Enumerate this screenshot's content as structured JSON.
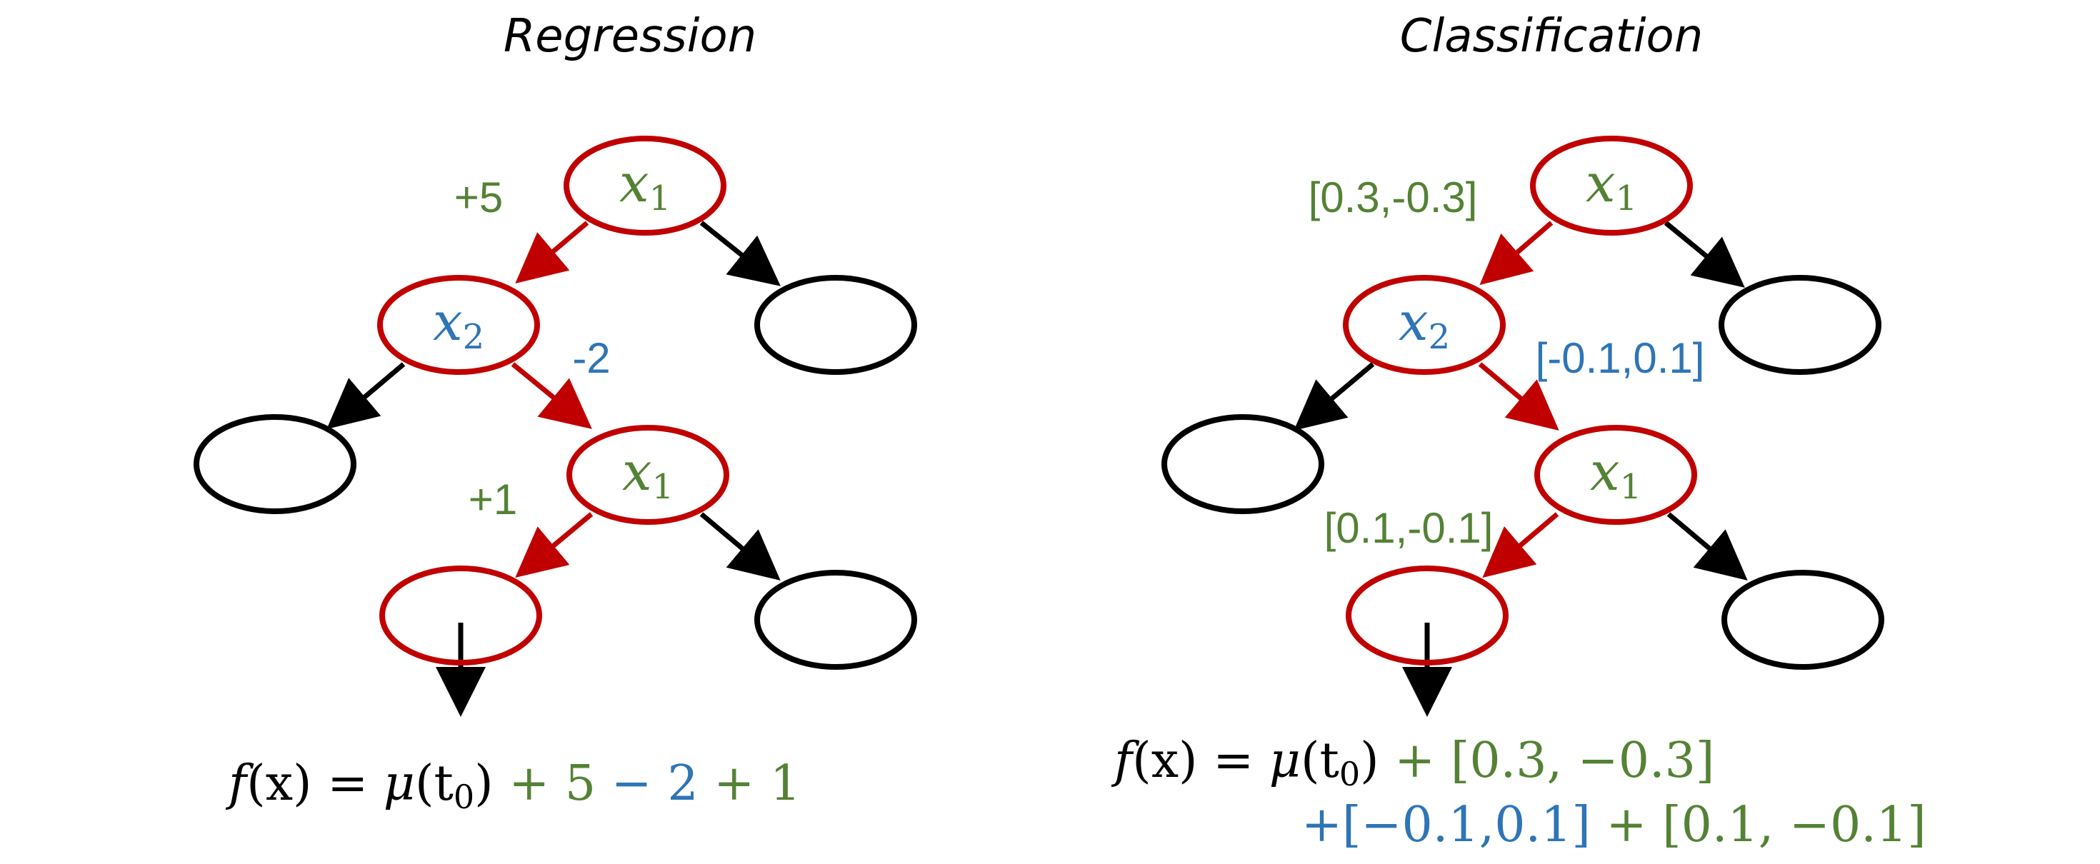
{
  "colors": {
    "red": "#c00000",
    "black": "#000000",
    "green": "#548235",
    "blue": "#2e75b6"
  },
  "regression": {
    "title": "Regression",
    "nodes": {
      "root": {
        "var": "x",
        "sub": "1"
      },
      "left": {
        "var": "x",
        "sub": "2"
      },
      "mid": {
        "var": "x",
        "sub": "1"
      }
    },
    "edge_labels": {
      "root_left": "+5",
      "left_mid": "-2",
      "mid_leaf": "+1"
    },
    "formula": {
      "fx": "f",
      "lhs_rest": "(x) = ",
      "mu": "μ",
      "t": "(t",
      "t_sub": "0",
      "t_close": ")",
      "term1": " + 5",
      "term2": " − 2",
      "term3": " + 1"
    }
  },
  "classification": {
    "title": "Classification",
    "nodes": {
      "root": {
        "var": "x",
        "sub": "1"
      },
      "left": {
        "var": "x",
        "sub": "2"
      },
      "mid": {
        "var": "x",
        "sub": "1"
      }
    },
    "edge_labels": {
      "root_left": "[0.3,-0.3]",
      "left_mid": "[-0.1,0.1]",
      "mid_leaf": "[0.1,-0.1]"
    },
    "formula": {
      "fx": "f",
      "lhs_rest": "(x) = ",
      "mu": "μ",
      "t": "(t",
      "t_sub": "0",
      "t_close": ")",
      "term1": " + [0.3, −0.3]",
      "term2": "+[−0.1,0.1]",
      "term3": " + [0.1, −0.1]"
    }
  }
}
